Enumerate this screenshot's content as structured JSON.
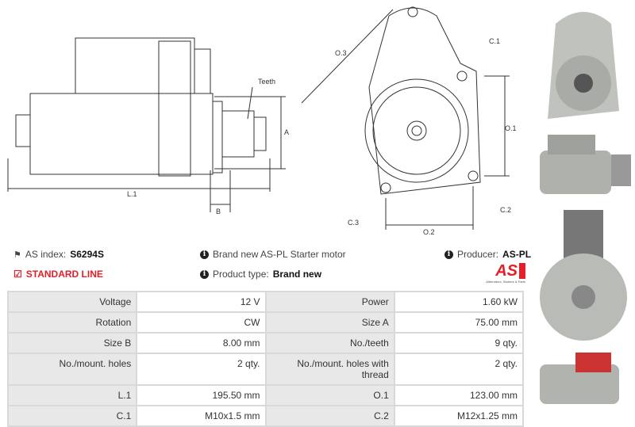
{
  "diagram_labels": {
    "teeth": "Teeth",
    "a": "A",
    "b": "B",
    "l1": "L.1",
    "o1": "O.1",
    "o2": "O.2",
    "o3": "O.3",
    "c1": "C.1",
    "c2": "C.2",
    "c3": "C.3"
  },
  "info": {
    "as_index_label": "AS index:",
    "as_index_value": "S6294S",
    "standard_line": "STANDARD LINE",
    "description": "Brand new AS-PL Starter motor",
    "product_type_label": "Product type:",
    "product_type_value": "Brand new",
    "producer_label": "Producer:",
    "producer_value": "AS-PL",
    "logo_text": "AS",
    "logo_tagline": "Alternators, Starters & Parts"
  },
  "specs": [
    [
      {
        "k": "Voltage",
        "v": "12 V"
      },
      {
        "k": "Power",
        "v": "1.60 kW"
      }
    ],
    [
      {
        "k": "Rotation",
        "v": "CW"
      },
      {
        "k": "Size A",
        "v": "75.00 mm"
      }
    ],
    [
      {
        "k": "Size B",
        "v": "8.00 mm"
      },
      {
        "k": "No./teeth",
        "v": "9 qty."
      }
    ],
    [
      {
        "k": "No./mount. holes",
        "v": "2 qty."
      },
      {
        "k": "No./mount. holes with thread",
        "v": "2 qty."
      }
    ],
    [
      {
        "k": "L.1",
        "v": "195.50 mm"
      },
      {
        "k": "O.1",
        "v": "123.00 mm"
      }
    ],
    [
      {
        "k": "C.1",
        "v": "M10x1.5 mm"
      },
      {
        "k": "C.2",
        "v": "M12x1.25 mm"
      }
    ]
  ],
  "colors": {
    "accent": "#e0202a"
  }
}
